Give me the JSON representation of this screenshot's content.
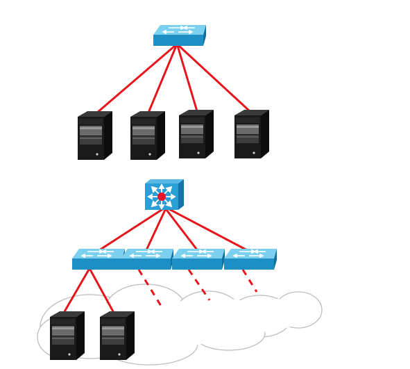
{
  "diagram": {
    "background": "#ffffff",
    "colors": {
      "link": "#e8141c",
      "switch_top": "#7ad0ee",
      "switch_front": "#1e8fc4",
      "switch_side": "#0f6f9e",
      "router_face": "#2a9fd6",
      "router_side": "#1474a8",
      "router_center": "#e8142a",
      "server_body": "#1a1a1a",
      "server_highlight": "#6a6a6a",
      "cloud_stroke": "#b9bcc0",
      "cloud_fill": "#ffffff"
    },
    "icons": {
      "switch": "network-switch-icon",
      "router": "multilayer-switch-icon",
      "server": "server-tower-icon",
      "cloud": "network-cloud-icon"
    },
    "topologies": [
      {
        "id": "flat-network",
        "switches": 1,
        "servers": 4,
        "links": "switch-to-each-server"
      },
      {
        "id": "hierarchical-network",
        "core": 1,
        "access_switches": 4,
        "servers": 2,
        "solid_links": 6,
        "dashed_links": 3
      }
    ]
  }
}
